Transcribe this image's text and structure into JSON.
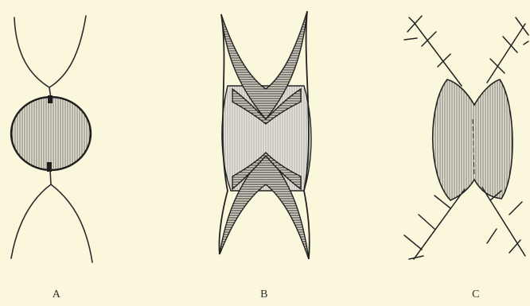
{
  "figure": {
    "panels": [
      {
        "id": "a",
        "label": "A"
      },
      {
        "id": "b",
        "label": "B"
      },
      {
        "id": "c",
        "label": "C"
      }
    ]
  },
  "colors": {
    "background": "#fbf7dc",
    "ink": "#2b2b2b",
    "hatch": "#555555",
    "shade": "#bdbab0"
  }
}
